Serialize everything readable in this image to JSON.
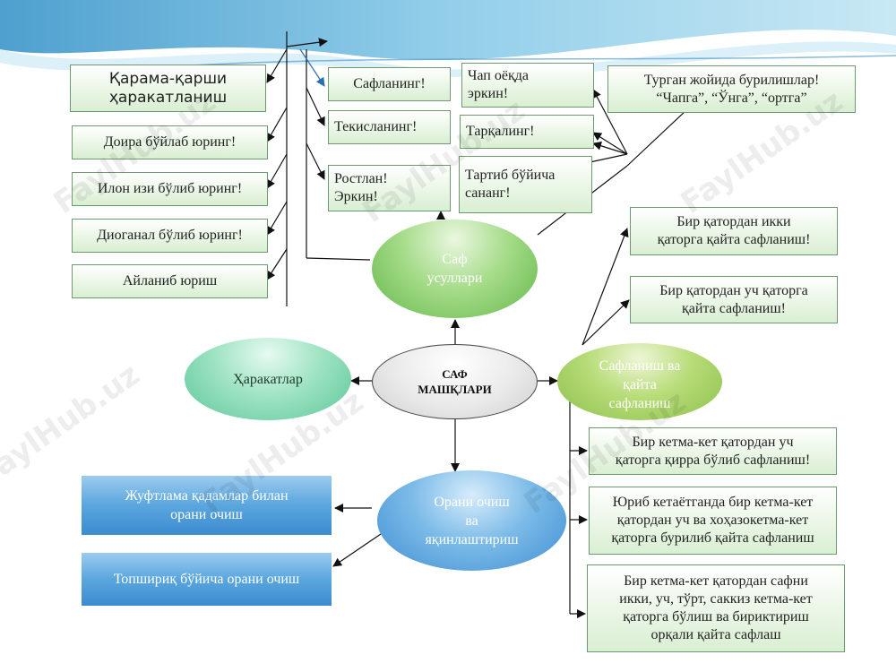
{
  "center": "САФ\nМАШҚЛАРИ",
  "nodes": {
    "saf_usullari": "Саф\nусуллари",
    "harakatlar": "Ҳаракатлар",
    "saflanish": "Сафланиш ва\nқайта\nсафланиш",
    "orani": "Орани очиш\nва\nяқинлаштириш"
  },
  "movement_items": [
    "Қарама-қарши\nҳаракатланиш",
    "Доира бўйлаб юринг!",
    "Илон изи бўлиб юринг!",
    "Диоганал бўлиб юринг!",
    "Айланиб юриш"
  ],
  "commands": [
    "Сафланинг!",
    "Текисланинг!",
    "Ростлан!\nЭркин!",
    "Чап оёқда\nэркин!",
    "Тарқалинг!",
    "Тартиб бўйича\nсананг!",
    "Турган жойида бурилишлар!\n“Чапга”, “Ўнга”, “ортга”"
  ],
  "reform_top": [
    "Бир қатордан икки\nқаторга қайта сафланиш!",
    "Бир қатордан уч қаторга\nқайта сафланиш!"
  ],
  "reform_bottom": [
    "Бир кетма-кет қатордан уч\nқаторга қирра бўлиб сафланиш!",
    "Юриб кетаётганда бир кетма-кет\nқатордан уч ва хоҳазокетма-кет\nқаторга бурилиб қайта сафланиш",
    "Бир кетма-кет  қатордан сафни\nикки, уч, тўрт, саккиз кетма-кет\nқаторга бўлиш ва бириктириш\nорқали қайта сафлаш"
  ],
  "open_items": [
    "Жуфтлама қадамлар билан\nорани очиш",
    "Топшириқ бўйича орани очиш"
  ],
  "watermark": "FaylHub.uz"
}
